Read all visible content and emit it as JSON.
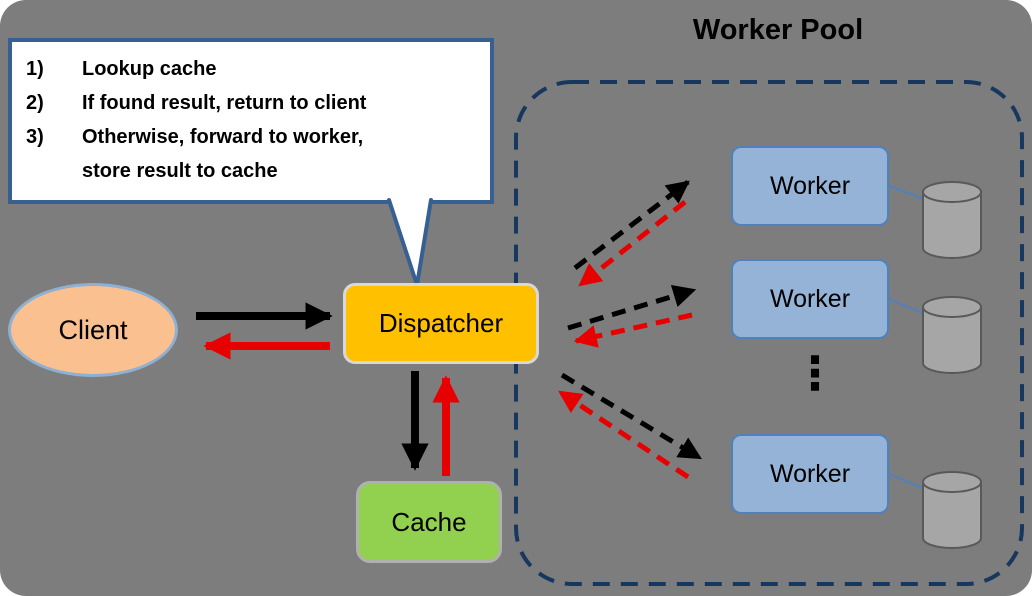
{
  "callout": {
    "items": [
      {
        "num": "1)",
        "text": "Lookup cache"
      },
      {
        "num": "2)",
        "text": "If found result, return to client"
      },
      {
        "num": "3)",
        "text": "Otherwise, forward to worker,\nstore result to cache"
      }
    ]
  },
  "worker_pool": {
    "title": "Worker Pool",
    "workers": [
      "Worker",
      "Worker",
      "Worker"
    ],
    "ellipsis": "⋮"
  },
  "nodes": {
    "client": "Client",
    "dispatcher": "Dispatcher",
    "cache": "Cache"
  },
  "colors": {
    "background": "#7d7d7d",
    "callout_border": "#376092",
    "worker_fill": "#95b3d7",
    "worker_border": "#4f81bd",
    "pool_border": "#17375e",
    "client_fill": "#fac090",
    "dispatcher_fill": "#ffc000",
    "cache_fill": "#92d050",
    "cylinder_fill": "#a6a6a6",
    "arrow_black": "#000000",
    "arrow_red": "#e60000"
  }
}
